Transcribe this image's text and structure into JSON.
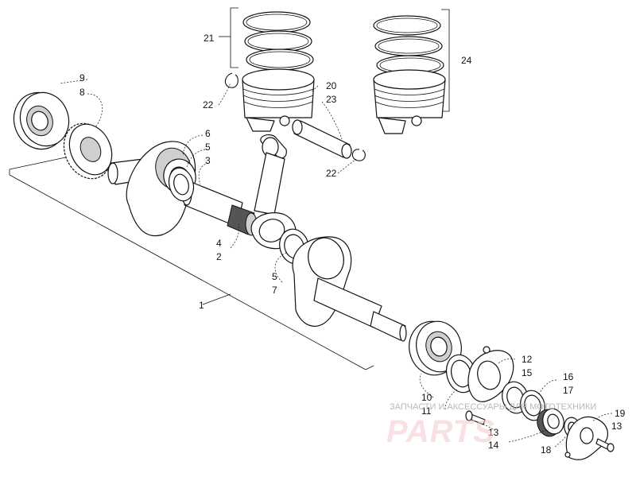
{
  "callouts": [
    {
      "id": "c9",
      "text": "9"
    },
    {
      "id": "c8",
      "text": "8"
    },
    {
      "id": "c6",
      "text": "6"
    },
    {
      "id": "c5a",
      "text": "5"
    },
    {
      "id": "c3",
      "text": "3"
    },
    {
      "id": "c21",
      "text": "21"
    },
    {
      "id": "c22a",
      "text": "22"
    },
    {
      "id": "c20",
      "text": "20"
    },
    {
      "id": "c23",
      "text": "23"
    },
    {
      "id": "c22b",
      "text": "22"
    },
    {
      "id": "c24",
      "text": "24"
    },
    {
      "id": "c4",
      "text": "4"
    },
    {
      "id": "c2",
      "text": "2"
    },
    {
      "id": "c5b",
      "text": "5"
    },
    {
      "id": "c7",
      "text": "7"
    },
    {
      "id": "c1",
      "text": "1"
    },
    {
      "id": "c12",
      "text": "12"
    },
    {
      "id": "c15",
      "text": "15"
    },
    {
      "id": "c16",
      "text": "16"
    },
    {
      "id": "c17",
      "text": "17"
    },
    {
      "id": "c10",
      "text": "10"
    },
    {
      "id": "c11",
      "text": "11"
    },
    {
      "id": "c19",
      "text": "19"
    },
    {
      "id": "c13a",
      "text": "13"
    },
    {
      "id": "c13b",
      "text": "13"
    },
    {
      "id": "c14",
      "text": "14"
    },
    {
      "id": "c18",
      "text": "18"
    }
  ],
  "watermark": {
    "tagline": "ЗАПЧАСТИ И АКСЕССУАРЫ ДЛЯ МОТОТЕХНИКИ",
    "logo": "PARTS"
  }
}
